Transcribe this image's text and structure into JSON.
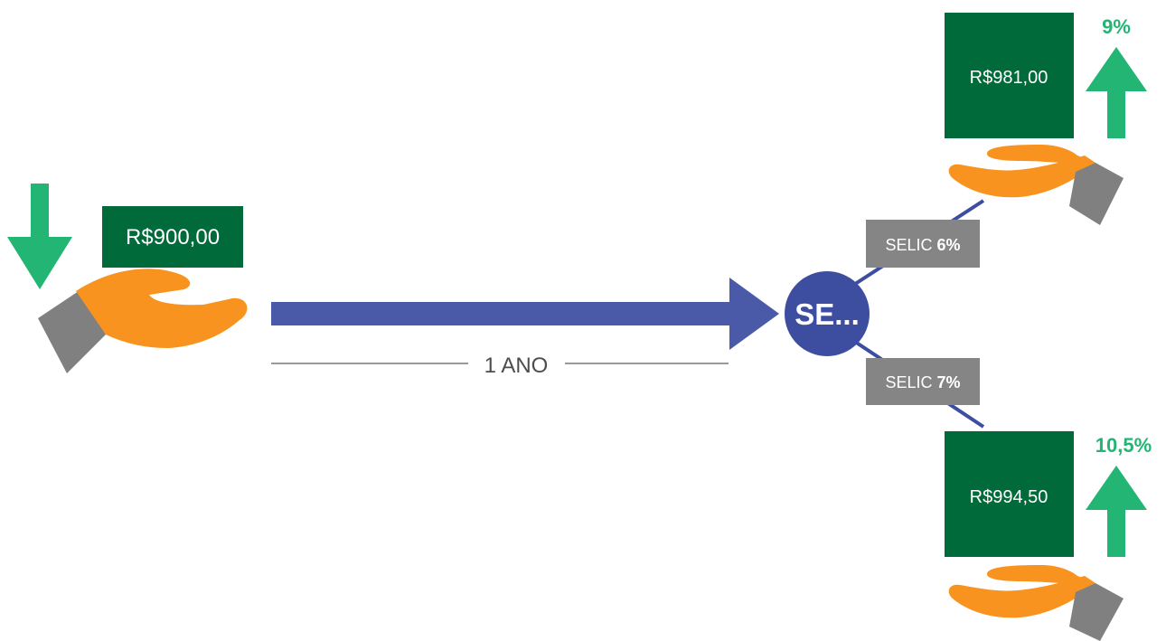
{
  "diagram": {
    "start": {
      "amount": "R$900,00"
    },
    "timeline": {
      "label": "1 ANO"
    },
    "decision": {
      "label": "SE..."
    },
    "branches": [
      {
        "selic_prefix": "SELIC ",
        "selic_rate": "6%",
        "amount": "R$981,00",
        "gain": "9%"
      },
      {
        "selic_prefix": "SELIC ",
        "selic_rate": "7%",
        "amount": "R$994,50",
        "gain": "10,5%"
      }
    ]
  },
  "colors": {
    "money_box": "#006a3a",
    "arrow_green": "#22b573",
    "arrow_blue": "#4b5aa8",
    "decision_circle": "#3d4ea0",
    "branch_line": "#3d4ea0",
    "selic_box": "#858585",
    "hand": "#f7931e",
    "cuff": "#808080",
    "timeline_line": "#9a9a9a",
    "gain_text": "#22b573"
  },
  "icons": [
    "arrow-down-icon",
    "hand-icon",
    "arrow-up-icon"
  ]
}
